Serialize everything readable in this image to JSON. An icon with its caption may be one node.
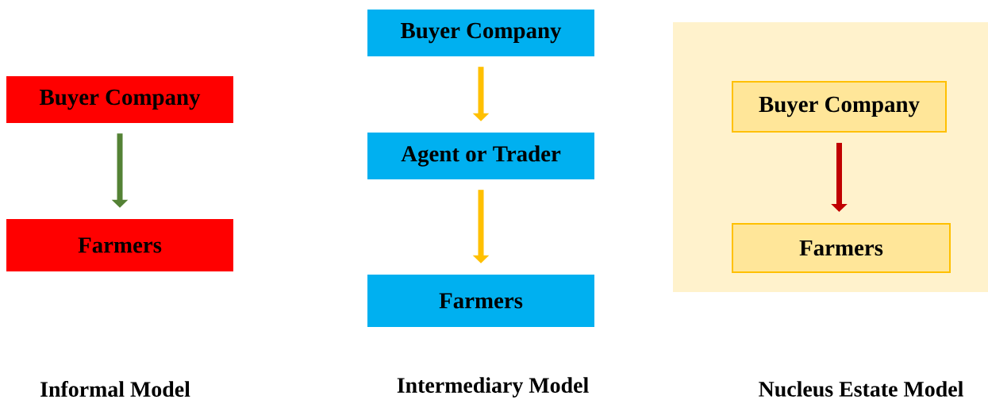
{
  "diagram": {
    "nodes": [
      {
        "text": [
          "Buyer Company"
        ]
      },
      {
        "text": [
          "Farmers"
        ]
      },
      {
        "text": [
          "Buyer Company"
        ]
      },
      {
        "text": [
          "Agent or Trader"
        ]
      },
      {
        "text": [
          "Farmers"
        ]
      },
      {
        "text": [],
        "shape": "box"
      },
      {
        "text": [
          "Buyer Company"
        ],
        "in": 5
      },
      {
        "text": [
          "Farmers"
        ],
        "in": 5
      }
    ],
    "edges": [
      {
        "from": 0,
        "to": 1,
        "arrow": "to",
        "color": "#548235"
      },
      {
        "from": 2,
        "to": 3,
        "arrow": "to",
        "color": "#ffc000"
      },
      {
        "from": 3,
        "to": 4,
        "arrow": "to",
        "color": "#ffc000"
      },
      {
        "from": 6,
        "to": 7,
        "arrow": "to",
        "color": "#c00000"
      }
    ],
    "labels": [
      "Informal Model",
      "Intermediary Model",
      "Nucleus Estate Model"
    ]
  }
}
